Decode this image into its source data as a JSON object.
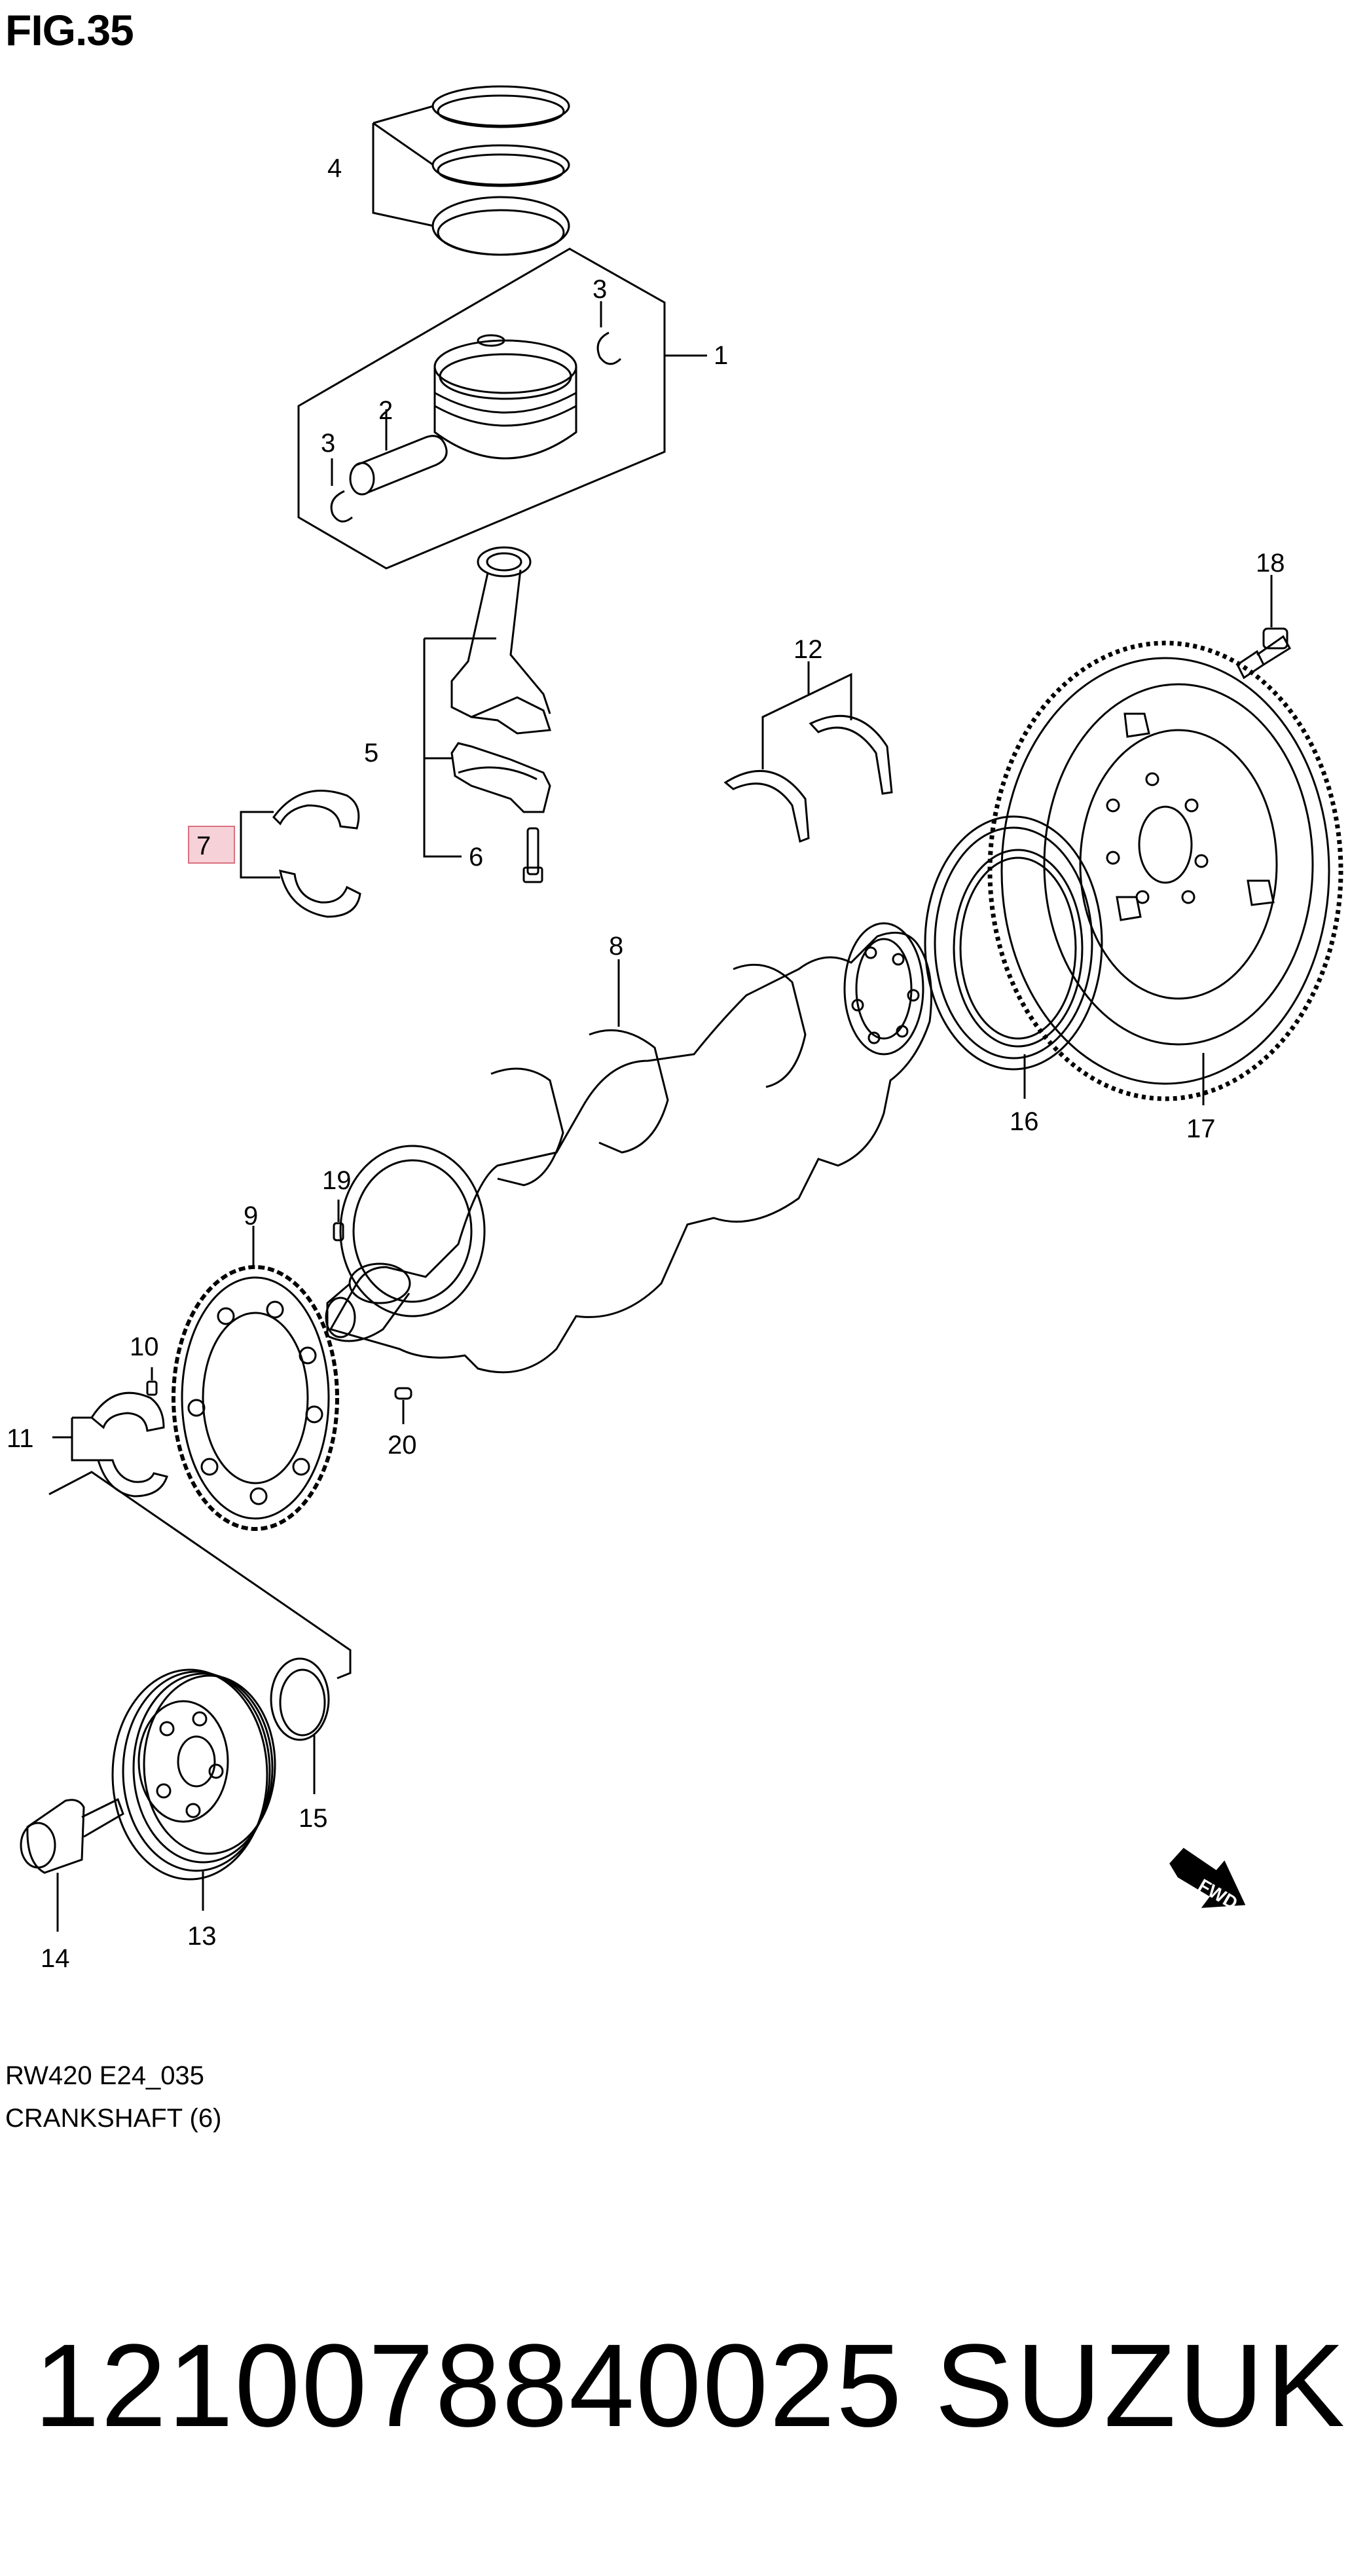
{
  "figure": {
    "title": "FIG.35",
    "drawing_code": "RW420 E24_035",
    "caption": "CRANKSHAFT (6)"
  },
  "callouts": [
    "1",
    "2",
    "3",
    "3",
    "4",
    "5",
    "6",
    "7",
    "8",
    "9",
    "10",
    "11",
    "12",
    "13",
    "14",
    "15",
    "16",
    "17",
    "18",
    "19",
    "20"
  ],
  "highlighted_callout": "7",
  "direction_marker": "FWD",
  "footer": {
    "part_number": "1210078840025",
    "brand": "SUZUKI"
  },
  "colors": {
    "line": "#000000",
    "highlight_fill": "#f6d2d8",
    "highlight_stroke": "#d9707f",
    "background": "#ffffff"
  }
}
